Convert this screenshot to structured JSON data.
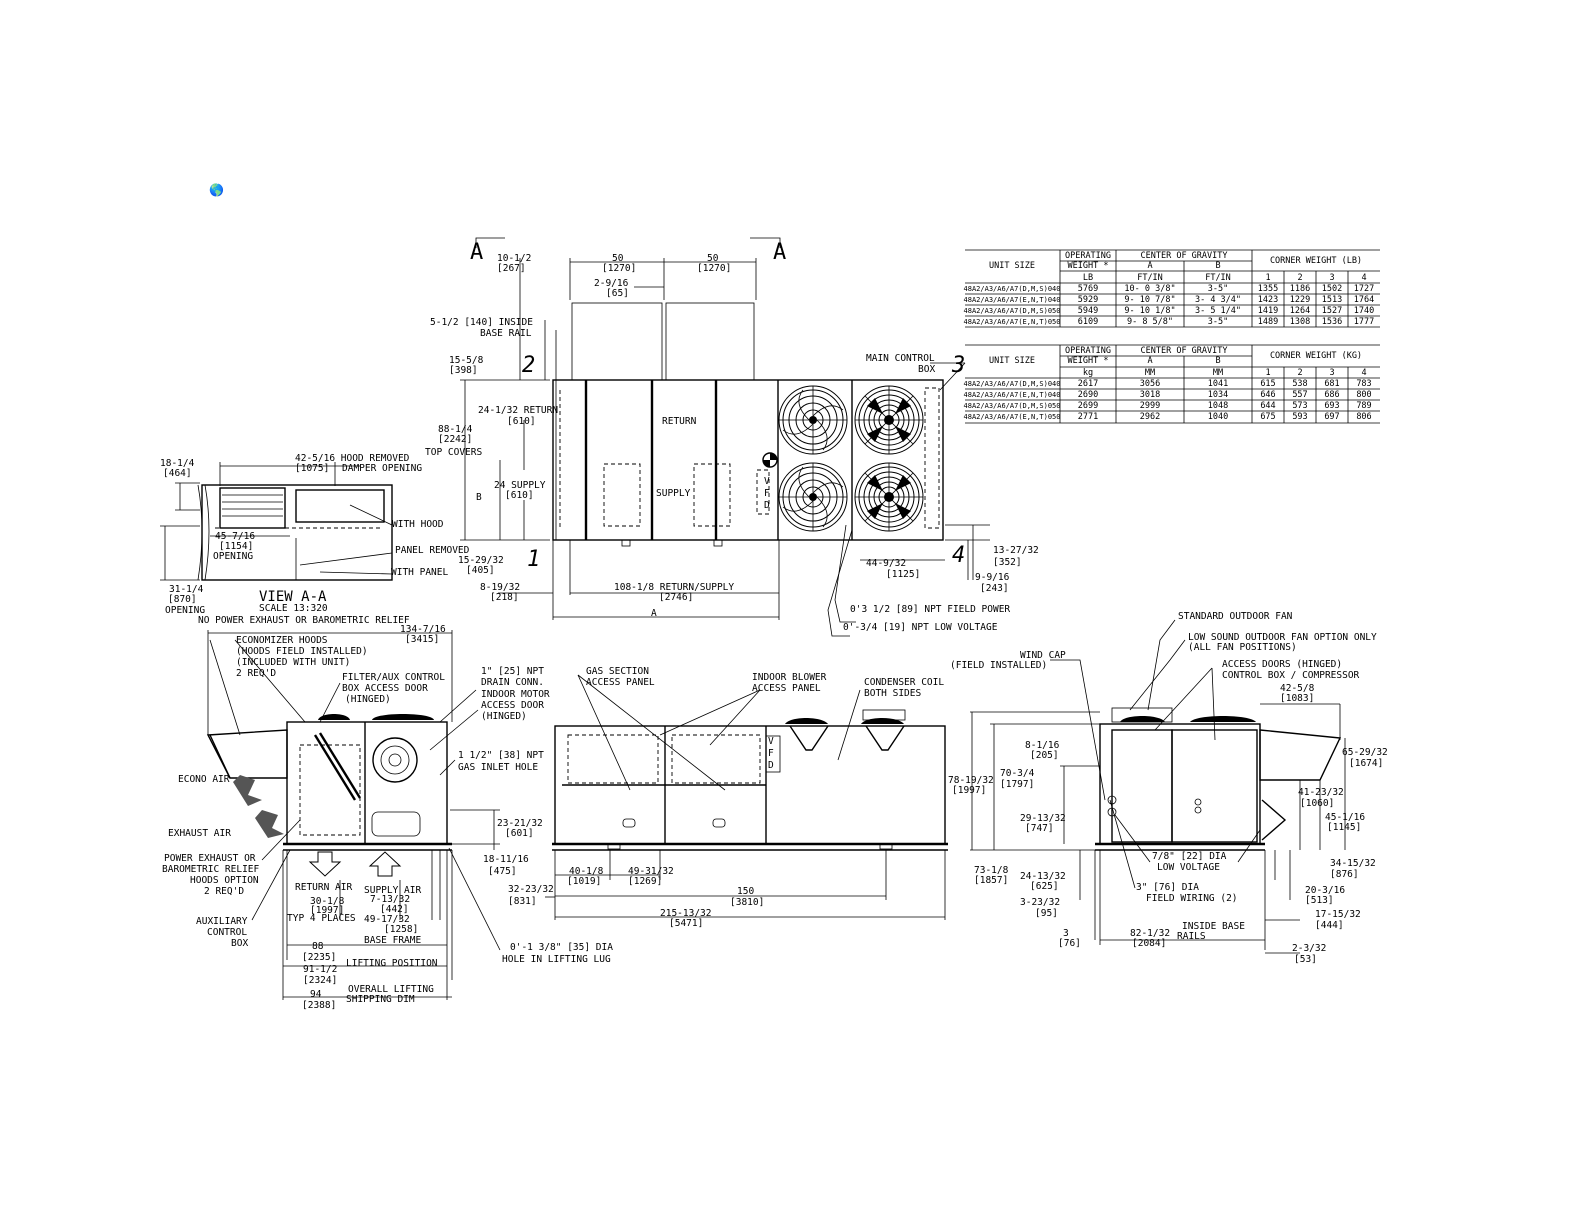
{
  "logo_glyph": "🌎",
  "section_marks": [
    "A",
    "A"
  ],
  "callout_numbers": [
    "1",
    "2",
    "3",
    "4"
  ],
  "top_view": {
    "dims": [
      "10-1/2",
      "[267]",
      "50",
      "[1270]",
      "50",
      "[1270]",
      "2-9/16",
      "[65]",
      "5-1/2 [140] INSIDE",
      "BASE RAIL",
      "15-5/8",
      "[398]",
      "24-1/32 RETURN",
      "[610]",
      "88-1/4",
      "[2242]",
      "TOP COVERS",
      "B",
      "24 SUPPLY",
      "[610]",
      "15-29/32",
      "[405]",
      "8-19/32",
      "[218]",
      "108-1/8 RETURN/SUPPLY",
      "[2746]",
      "A",
      "MAIN CONTROL",
      "BOX",
      "44-9/32",
      "[1125]",
      "13-27/32",
      "[352]",
      "9-9/16",
      "[243]",
      "0'3 1/2 [89] NPT FIELD POWER",
      "0'-3/4 [19] NPT LOW VOLTAGE"
    ],
    "labels": [
      "RETURN",
      "SUPPLY",
      "V",
      "F",
      "D"
    ]
  },
  "view_aa": {
    "dims": [
      "18-1/4",
      "[464]",
      "42-5/16 HOOD REMOVED",
      "[1075]",
      "DAMPER OPENING",
      "WITH HOOD",
      "45-7/16",
      "[1154]",
      "OPENING",
      "PANEL REMOVED",
      "WITH PANEL",
      "31-1/4",
      "[870]",
      "OPENING"
    ],
    "title": "VIEW A-A",
    "scale": "SCALE 13:320"
  },
  "side_view_left": {
    "labels": [
      "NO POWER EXHAUST OR BAROMETRIC RELIEF",
      "134-7/16",
      "[3415]",
      "ECONOMIZER HOODS",
      "(HOODS FIELD INSTALLED)",
      "(INCLUDED WITH UNIT)",
      "2 REQ'D",
      "FILTER/AUX CONTROL",
      "BOX ACCESS DOOR",
      "(HINGED)",
      "1\" [25] NPT",
      "DRAIN CONN.",
      "INDOOR MOTOR",
      "ACCESS DOOR",
      "(HINGED)",
      "1 1/2\" [38] NPT",
      "GAS INLET HOLE",
      "ECONO AIR",
      "EXHAUST AIR",
      "POWER EXHAUST OR",
      "BAROMETRIC RELIEF",
      "HOODS OPTION",
      "2 REQ'D",
      "AUXILIARY",
      "CONTROL",
      "BOX",
      "RETURN AIR",
      "SUPPLY AIR",
      "30-1/8",
      "[1997]",
      "TYP 4 PLACES",
      "7-13/32",
      "[442]",
      "49-17/32",
      "[1258]",
      "23-21/32",
      "[601]",
      "18-11/16",
      "[475]",
      "88",
      "[2235]",
      "BASE FRAME",
      "91-1/2",
      "[2324]",
      "LIFTING POSITION",
      "94",
      "[2388]",
      "OVERALL LIFTING",
      "SHIPPING DIM",
      "0'-1 3/8\" [35] DIA",
      "HOLE IN LIFTING LUG"
    ]
  },
  "front_view": {
    "labels": [
      "GAS SECTION",
      "ACCESS PANEL",
      "INDOOR BLOWER",
      "ACCESS PANEL",
      "CONDENSER COIL",
      "BOTH SIDES",
      "V",
      "F",
      "D",
      "40-1/8",
      "[1019]",
      "49-31/32",
      "[1269]",
      "32-23/32",
      "[831]",
      "150",
      "[3810]",
      "215-13/32",
      "[5471]"
    ]
  },
  "end_view": {
    "labels": [
      "STANDARD OUTDOOR FAN",
      "LOW SOUND OUTDOOR FAN OPTION ONLY",
      "(ALL FAN POSITIONS)",
      "WIND CAP",
      "(FIELD INSTALLED)",
      "ACCESS DOORS (HINGED)",
      "CONTROL BOX / COMPRESSOR",
      "42-5/8",
      "[1083]",
      "65-29/32",
      "[1674]",
      "41-23/32",
      "[1060]",
      "45-1/16",
      "[1145]",
      "8-1/16",
      "[205]",
      "78-19/32",
      "[1997]",
      "70-3/4",
      "[1797]",
      "29-13/32",
      "[747]",
      "73-1/8",
      "[1857]",
      "24-13/32",
      "[625]",
      "3-23/32",
      "[95]",
      "3",
      "[76]",
      "82-1/32",
      "[2084]",
      "INSIDE BASE",
      "RAILS",
      "7/8\" [22] DIA",
      "LOW VOLTAGE",
      "3\" [76] DIA",
      "FIELD WIRING (2)",
      "34-15/32",
      "[876]",
      "20-3/16",
      "[513]",
      "17-15/32",
      "[444]",
      "2-3/32",
      "[53]"
    ]
  },
  "table_lb": {
    "headers": [
      "UNIT SIZE",
      "OPERATING",
      "WEIGHT *",
      "CENTER OF GRAVITY",
      "A",
      "B",
      "CORNER WEIGHT (LB)",
      "LB",
      "FT/IN",
      "FT/IN",
      "1",
      "2",
      "3",
      "4"
    ],
    "rows": [
      [
        "48A2/A3/A6/A7(D,M,S)040",
        "5769",
        "10- 0 3/8\"",
        "3-5\"",
        "1355",
        "1186",
        "1502",
        "1727"
      ],
      [
        "48A2/A3/A6/A7(E,N,T)040",
        "5929",
        "9- 10 7/8\"",
        "3- 4 3/4\"",
        "1423",
        "1229",
        "1513",
        "1764"
      ],
      [
        "48A2/A3/A6/A7(D,M,S)050",
        "5949",
        "9- 10 1/8\"",
        "3- 5 1/4\"",
        "1419",
        "1264",
        "1527",
        "1740"
      ],
      [
        "48A2/A3/A6/A7(E,N,T)050",
        "6109",
        "9- 8 5/8\"",
        "3-5\"",
        "1489",
        "1308",
        "1536",
        "1777"
      ]
    ]
  },
  "table_kg": {
    "headers": [
      "UNIT SIZE",
      "OPERATING",
      "WEIGHT *",
      "CENTER OF GRAVITY",
      "A",
      "B",
      "CORNER WEIGHT (KG)",
      "kg",
      "MM",
      "MM",
      "1",
      "2",
      "3",
      "4"
    ],
    "rows": [
      [
        "48A2/A3/A6/A7(D,M,S)040",
        "2617",
        "3056",
        "1041",
        "615",
        "538",
        "681",
        "783"
      ],
      [
        "48A2/A3/A6/A7(E,N,T)040",
        "2690",
        "3018",
        "1034",
        "646",
        "557",
        "686",
        "800"
      ],
      [
        "48A2/A3/A6/A7(D,M,S)050",
        "2699",
        "2999",
        "1048",
        "644",
        "573",
        "693",
        "789"
      ],
      [
        "48A2/A3/A6/A7(E,N,T)050",
        "2771",
        "2962",
        "1040",
        "675",
        "593",
        "697",
        "806"
      ]
    ]
  }
}
